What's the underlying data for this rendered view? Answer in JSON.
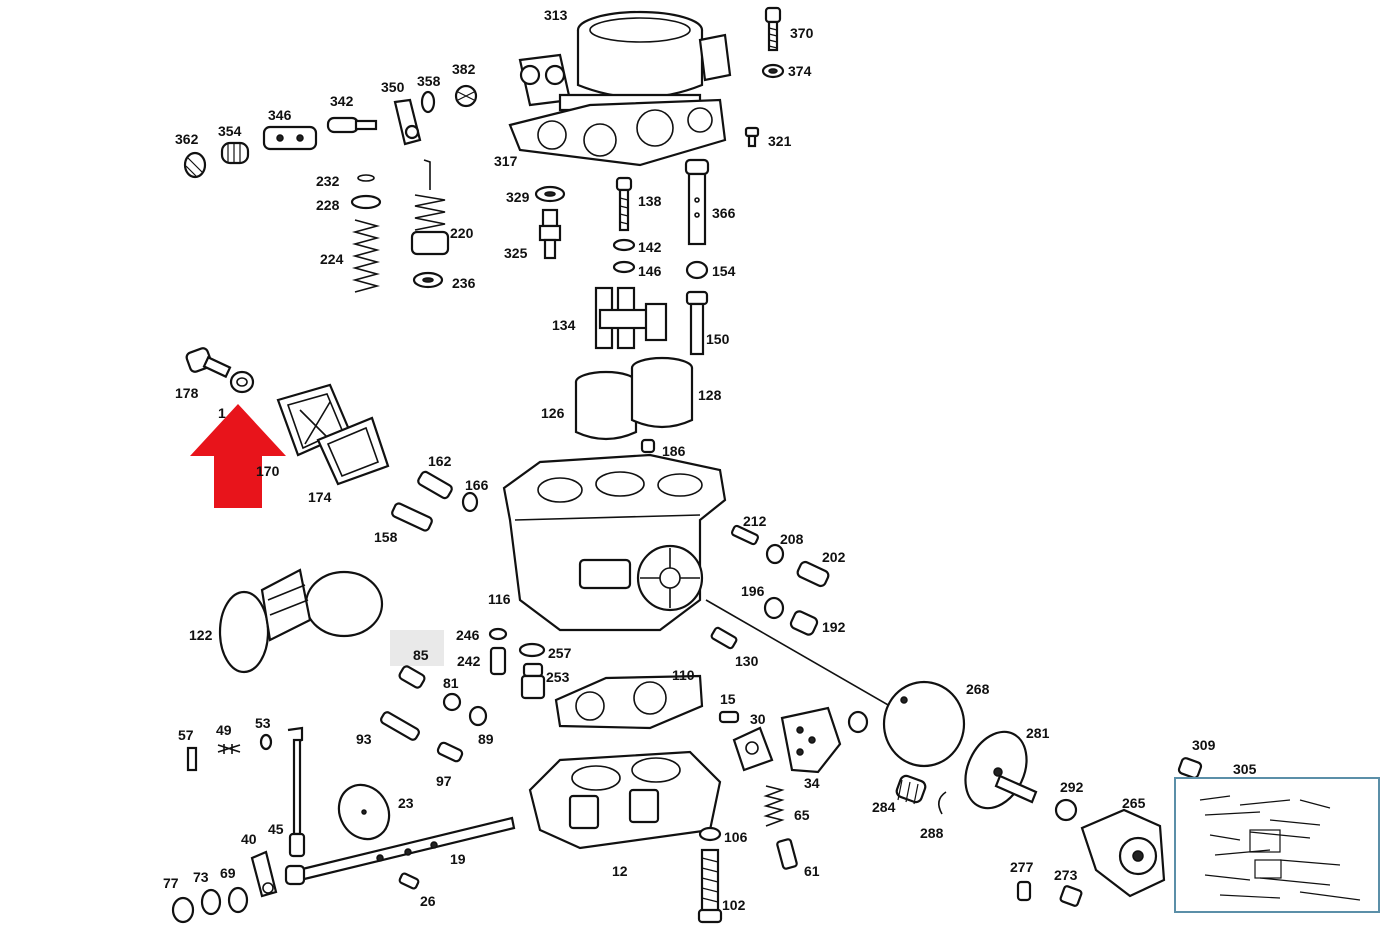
{
  "diagram": {
    "labels": [
      "313",
      "370",
      "374",
      "362",
      "382",
      "358",
      "350",
      "342",
      "346",
      "354",
      "321",
      "317",
      "232",
      "228",
      "220",
      "224",
      "236",
      "329",
      "325",
      "138",
      "142",
      "146",
      "366",
      "154",
      "134",
      "150",
      "126",
      "128",
      "178",
      "1",
      "170",
      "174",
      "186",
      "162",
      "166",
      "158",
      "212",
      "208",
      "202",
      "196",
      "192",
      "116",
      "122",
      "246",
      "257",
      "85",
      "242",
      "253",
      "110",
      "130",
      "268",
      "57",
      "49",
      "53",
      "93",
      "81",
      "89",
      "15",
      "30",
      "97",
      "23",
      "34",
      "45",
      "40",
      "65",
      "284",
      "288",
      "281",
      "292",
      "309",
      "305",
      "19",
      "106",
      "61",
      "12",
      "277",
      "273",
      "265",
      "77",
      "73",
      "69",
      "26",
      "102"
    ],
    "highlight_marker": "red-arrow",
    "colors": {
      "line": "#111111",
      "arrow": "#e8141b",
      "inset_border": "#5b8fa8",
      "highlight_box": "#e9e9e9"
    }
  }
}
